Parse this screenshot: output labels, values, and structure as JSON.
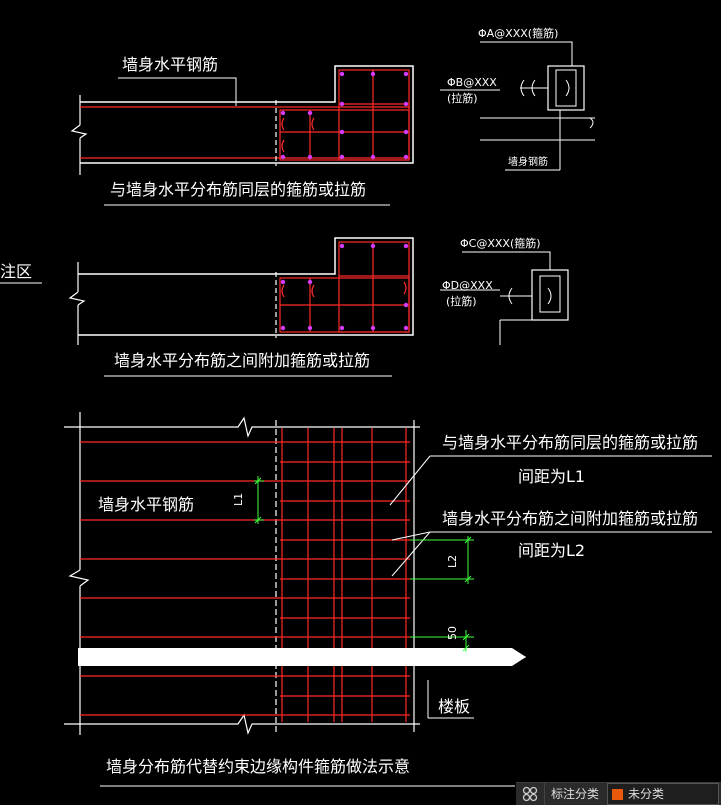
{
  "labels": {
    "zone_fragment": "注区",
    "wall_horizontal_rebar_top": "墙身水平钢筋",
    "caption1": "与墙身水平分布筋同层的箍筋或拉筋",
    "caption2": "墙身水平分布筋之间附加箍筋或拉筋",
    "annot_same_layer": "与墙身水平分布筋同层的箍筋或拉筋",
    "annot_spacing_l1": "间距为L1",
    "annot_between": "墙身水平分布筋之间附加箍筋或拉筋",
    "annot_spacing_l2": "间距为L2",
    "wall_horizontal_rebar_mid": "墙身水平钢筋",
    "floor_slab": "楼板",
    "bottom_caption": "墙身分布筋代替约束边缘构件箍筋做法示意",
    "dim_l1": "L1",
    "dim_l2": "L2",
    "dim_50": "50"
  },
  "details": {
    "d1_stirrup": "ΦA@XXX(箍筋)",
    "d1_tie": "ΦB@XXX",
    "d1_tie_sub": "(拉筋)",
    "d1_wall_rebar": "墙身钢筋",
    "d2_stirrup": "ΦC@XXX(箍筋)",
    "d2_tie": "ΦD@XXX",
    "d2_tie_sub": "(拉筋)"
  },
  "statusbar": {
    "label": "标注分类",
    "dropdown_value": "未分类",
    "swatch_color": "#e8590c"
  },
  "colors": {
    "background": "#000000",
    "lines": "#ffffff",
    "rebar": "#ff2a2a",
    "dots": "#d63cff",
    "dimension": "#3cff3c"
  }
}
